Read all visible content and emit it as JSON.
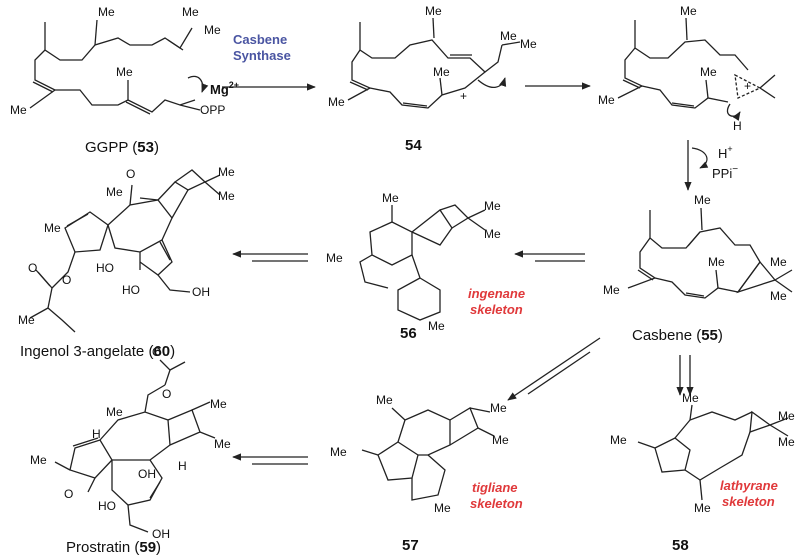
{
  "enzyme": {
    "line1": "Casbene",
    "line2": "Synthase"
  },
  "reagents": {
    "mg": "Mg",
    "mg_charge": "2+",
    "opp": "OPP",
    "h_plus": "H",
    "h_plus_charge": "+",
    "ppi": "PPi",
    "ppi_charge": "−",
    "me": "Me",
    "cation": "+",
    "h": "H",
    "o": "O",
    "oh": "OH",
    "ho": "HO"
  },
  "compounds": {
    "ggpp": {
      "name": "GGPP (",
      "num": "53",
      "close": ")"
    },
    "c54": {
      "num": "54"
    },
    "casbene": {
      "name": "Casbene (",
      "num": "55",
      "close": ")"
    },
    "c56": {
      "num": "56",
      "skeleton_1": "ingenane",
      "skeleton_2": "skeleton"
    },
    "c57": {
      "num": "57",
      "skeleton_1": "tigliane",
      "skeleton_2": "skeleton"
    },
    "c58": {
      "num": "58",
      "skeleton_1": "lathyrane",
      "skeleton_2": "skeleton"
    },
    "ingenol": {
      "name": "Ingenol 3-angelate (",
      "num": "60",
      "close": ")"
    },
    "prostratin": {
      "name": "Prostratin (",
      "num": "59",
      "close": ")"
    }
  },
  "colors": {
    "enzyme": "#4a55a2",
    "skeleton": "#e0393b",
    "ink": "#111111"
  }
}
